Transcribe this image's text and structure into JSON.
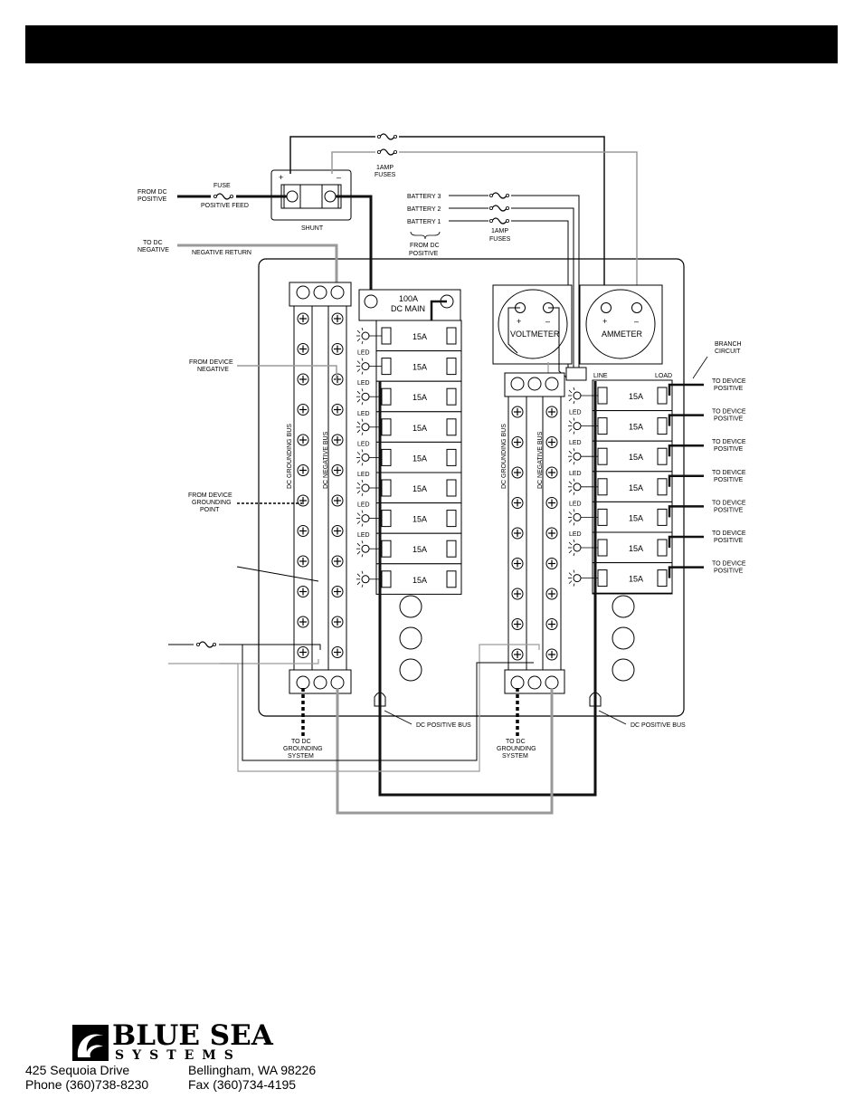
{
  "header": {
    "title": ""
  },
  "diagram": {
    "feed": {
      "from_dc_positive": "FROM DC\nPOSITIVE",
      "fuse": "FUSE",
      "positive_feed": "POSITIVE FEED",
      "shunt": "SHUNT",
      "shunt_plus": "+",
      "shunt_minus": "–"
    },
    "fuses_1amp_top": "1AMP\nFUSES",
    "batteries": [
      "BATTERY 3",
      "BATTERY 2",
      "BATTERY 1"
    ],
    "from_dc_positive_batt": "FROM DC\nPOSITIVE",
    "fuses_1amp_batt": "1AMP\nFUSES",
    "to_dc_negative": "TO DC\nNEGATIVE",
    "negative_return": "NEGATIVE  RETURN",
    "from_device_negative": "FROM DEVICE\nNEGATIVE",
    "from_device_grounding_point": "FROM DEVICE\nGROUNDING\nPOINT",
    "dc_grounding_bus": "DC GROUNDING BUS",
    "dc_negative_bus": "DC NEGATIVE BUS",
    "main_breaker": "100A\nDC MAIN",
    "breaker_rating": "15A",
    "led": "LED",
    "voltmeter": "VOLTMETER",
    "ammeter": "AMMETER",
    "meter_plus": "+",
    "meter_minus": "–",
    "line": "LINE",
    "load": "LOAD",
    "branch_circuit": "BRANCH\nCIRCUIT",
    "to_device_positive": "TO DEVICE\nPOSITIVE",
    "dc_positive_bus": "DC POSITIVE BUS",
    "to_dc_grounding_system": "TO DC\nGROUNDING\nSYSTEM"
  },
  "company": {
    "brand_line_1": "BLUE SEA",
    "brand_line_2": "SYSTEMS",
    "address_street": "425 Sequoia Drive",
    "address_city": "Bellingham, WA 98226",
    "phone": "Phone (360)738-8230",
    "fax": "Fax (360)734-4195"
  },
  "colors": {
    "header": "#000000",
    "wire_dark": "#111111",
    "wire_gray": "#9a9a9a"
  }
}
